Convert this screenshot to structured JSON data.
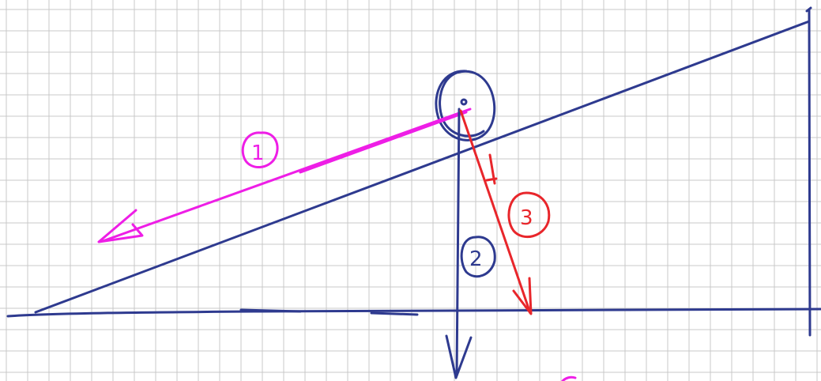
{
  "colors": {
    "paper": "#ffffff",
    "grid": "#c9c9c9",
    "blue_ink": "#2e3a8f",
    "pink_ink": "#ee1ee6",
    "red_ink": "#e8262b"
  },
  "labels": {
    "force_1": "1",
    "force_2": "2",
    "force_3": "3"
  }
}
